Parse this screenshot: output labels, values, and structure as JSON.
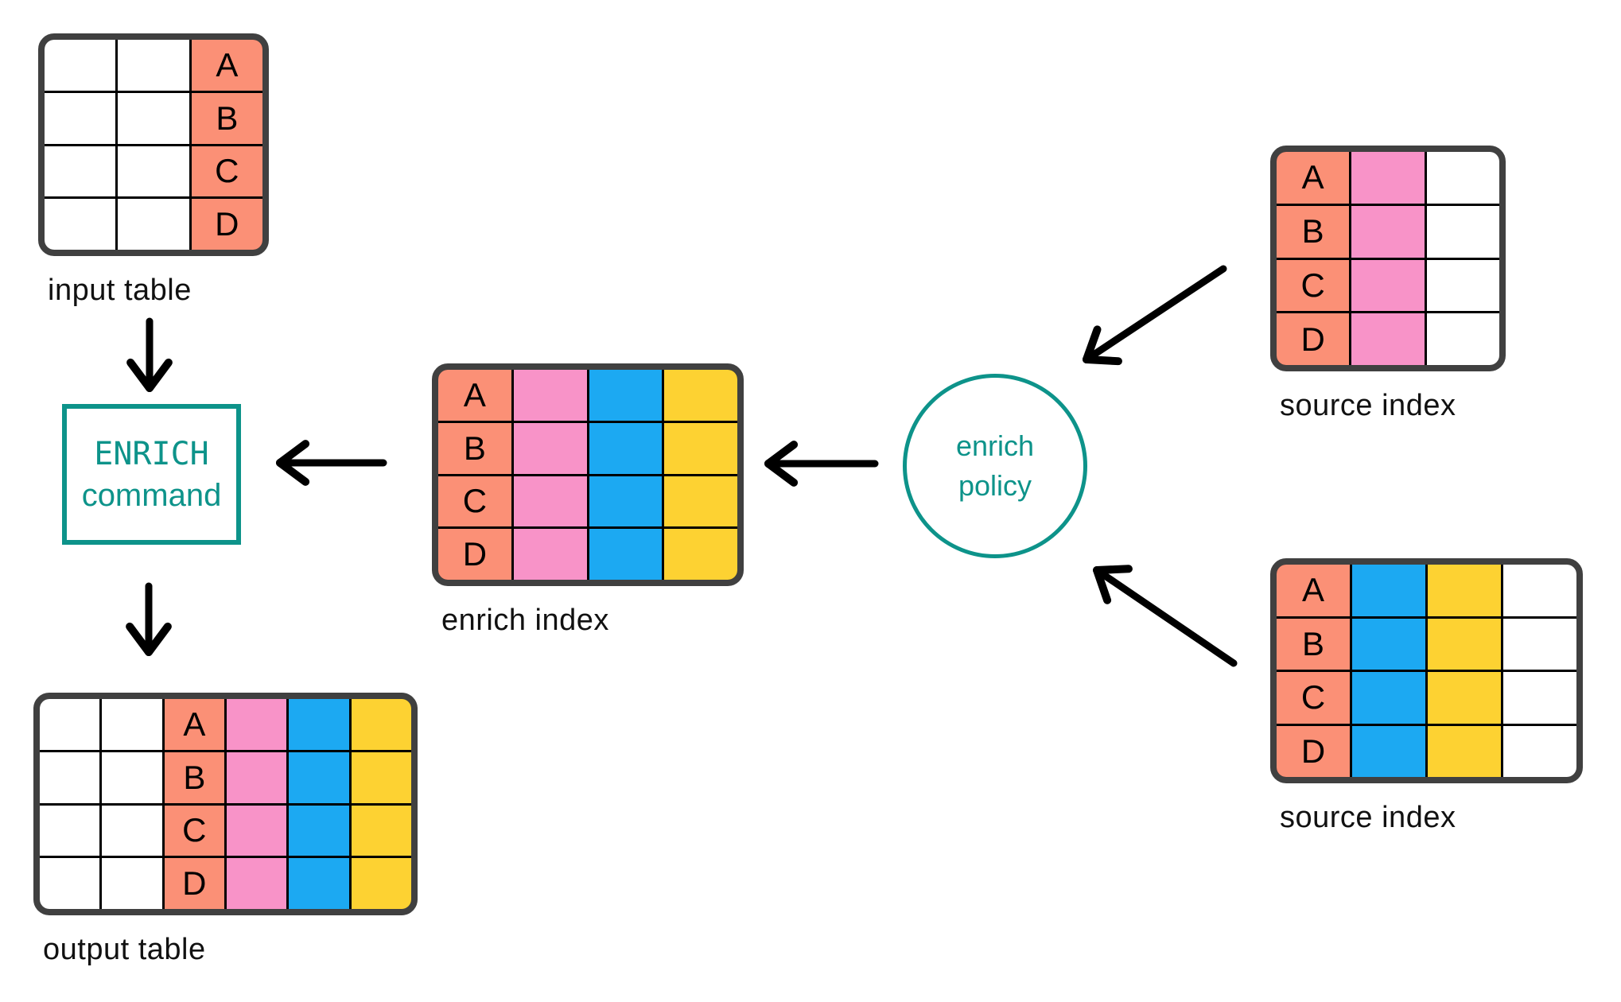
{
  "palette": {
    "salmon": "#FB9076",
    "pink": "#F893C8",
    "blue": "#1CA9F2",
    "yellow": "#FDD232",
    "teal": "#0D938A",
    "table_border": "#404040",
    "grid_line": "#000000",
    "text": "#111111",
    "white": "#FFFFFF"
  },
  "nodes": {
    "enrich_command": {
      "line1": "ENRICH",
      "line2": "command"
    },
    "enrich_policy": {
      "line1": "enrich",
      "line2": "policy"
    }
  },
  "tables": {
    "input": {
      "label": "input table",
      "row_labels": [
        "A",
        "B",
        "C",
        "D"
      ],
      "columns": [
        {
          "color": "white"
        },
        {
          "color": "white"
        },
        {
          "color": "salmon",
          "letters": true
        }
      ]
    },
    "enrich_index": {
      "label": "enrich index",
      "row_labels": [
        "A",
        "B",
        "C",
        "D"
      ],
      "columns": [
        {
          "color": "salmon",
          "letters": true
        },
        {
          "color": "pink"
        },
        {
          "color": "blue"
        },
        {
          "color": "yellow"
        }
      ]
    },
    "output": {
      "label": "output table",
      "row_labels": [
        "A",
        "B",
        "C",
        "D"
      ],
      "columns": [
        {
          "color": "white"
        },
        {
          "color": "white"
        },
        {
          "color": "salmon",
          "letters": true
        },
        {
          "color": "pink"
        },
        {
          "color": "blue"
        },
        {
          "color": "yellow"
        }
      ]
    },
    "source_top": {
      "label": "source index",
      "row_labels": [
        "A",
        "B",
        "C",
        "D"
      ],
      "columns": [
        {
          "color": "salmon",
          "letters": true
        },
        {
          "color": "pink"
        },
        {
          "color": "white"
        }
      ]
    },
    "source_bottom": {
      "label": "source index",
      "row_labels": [
        "A",
        "B",
        "C",
        "D"
      ],
      "columns": [
        {
          "color": "salmon",
          "letters": true
        },
        {
          "color": "blue"
        },
        {
          "color": "yellow"
        },
        {
          "color": "white"
        }
      ]
    }
  },
  "edges": [
    {
      "from": "input table",
      "to": "ENRICH command"
    },
    {
      "from": "enrich index",
      "to": "ENRICH command"
    },
    {
      "from": "enrich policy",
      "to": "enrich index"
    },
    {
      "from": "source index (top)",
      "to": "enrich policy"
    },
    {
      "from": "source index (bottom)",
      "to": "enrich policy"
    },
    {
      "from": "ENRICH command",
      "to": "output table"
    }
  ]
}
